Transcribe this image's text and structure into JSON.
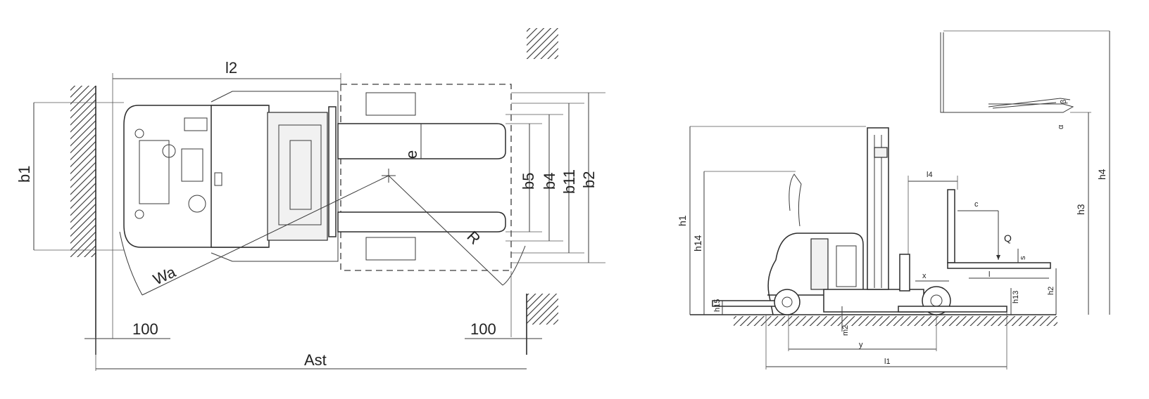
{
  "top_view": {
    "labels": {
      "l2": "l2",
      "b1": "b1",
      "b5": "b5",
      "b4": "b4",
      "b11": "b11",
      "b2": "b2",
      "e": "e",
      "R": "R",
      "Wa": "Wa",
      "clearance_left": "100",
      "clearance_right": "100",
      "Ast": "Ast"
    }
  },
  "side_view": {
    "labels": {
      "h1": "h1",
      "h14": "h14",
      "h4": "h4",
      "h3": "h3",
      "h2": "h2",
      "h13": "h13",
      "h15": "h15",
      "m2": "m2",
      "l4": "l4",
      "c": "c",
      "Q": "Q",
      "s": "s",
      "l": "l",
      "x": "x",
      "y": "y",
      "l1": "l1",
      "alpha": "α",
      "beta": "β"
    }
  }
}
